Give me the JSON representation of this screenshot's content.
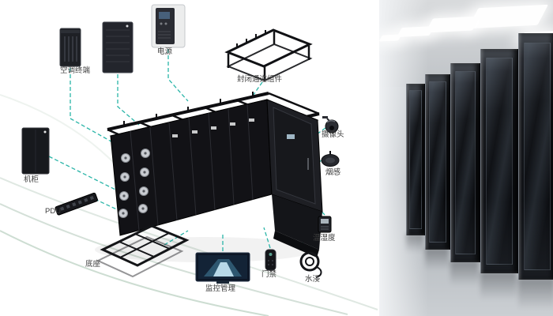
{
  "diagram": {
    "components": [
      {
        "id": "air-conditioner",
        "label": "空调终端"
      },
      {
        "id": "power",
        "label": "电源"
      },
      {
        "id": "sealed-channel",
        "label": "封闭通道组件"
      },
      {
        "id": "camera",
        "label": "摄像头"
      },
      {
        "id": "smoke-sensor",
        "label": "烟感"
      },
      {
        "id": "cabinet",
        "label": "机柜"
      },
      {
        "id": "pdu",
        "label": "PDU"
      },
      {
        "id": "base",
        "label": "底座"
      },
      {
        "id": "monitoring",
        "label": "监控管理"
      },
      {
        "id": "access-control",
        "label": "门禁"
      },
      {
        "id": "water-leak",
        "label": "水浸"
      },
      {
        "id": "temp-humidity",
        "label": "温湿度"
      }
    ],
    "colors": {
      "connector": "#2ab5a8",
      "label": "#3c3c3c",
      "background": "#ffffff"
    }
  }
}
